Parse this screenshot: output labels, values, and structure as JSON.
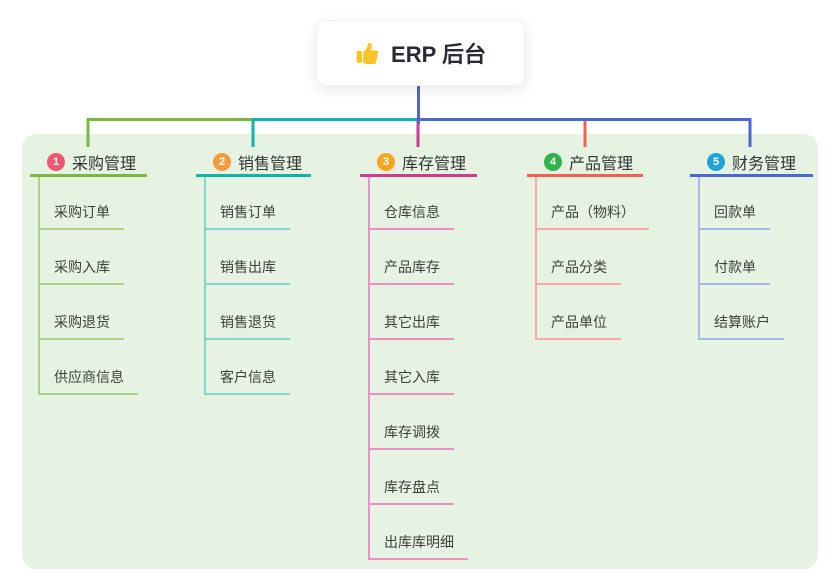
{
  "colors": {
    "page_bg": "#ffffff",
    "panel_bg": "#e6f3e2",
    "stem": "#5565c6",
    "thumb_icon": "#f6c425",
    "root_text": "#272b33",
    "node_text": "#3f3f3f"
  },
  "root": {
    "title": "ERP 后台",
    "icon": "thumbs-up-icon"
  },
  "branches": [
    {
      "index": "1",
      "label": "采购管理",
      "line_color": "#7bb83e",
      "child_line_color": "#a8d487",
      "badge_color": "#f0566e",
      "children": [
        "采购订单",
        "采购入库",
        "采购退货",
        "供应商信息"
      ]
    },
    {
      "index": "2",
      "label": "销售管理",
      "line_color": "#11b3ab",
      "child_line_color": "#84d5cf",
      "badge_color": "#f59b3d",
      "children": [
        "销售订单",
        "销售出库",
        "销售退货",
        "客户信息"
      ]
    },
    {
      "index": "3",
      "label": "库存管理",
      "line_color": "#cf3b90",
      "child_line_color": "#ee8fc5",
      "badge_color": "#f6a623",
      "children": [
        "仓库信息",
        "产品库存",
        "其它出库",
        "其它入库",
        "库存调拨",
        "库存盘点",
        "出库库明细"
      ]
    },
    {
      "index": "4",
      "label": "产品管理",
      "line_color": "#f95b55",
      "child_line_color": "#fba9a4",
      "badge_color": "#2fb34c",
      "children": [
        "产品（物料）",
        "产品分类",
        "产品单位"
      ]
    },
    {
      "index": "5",
      "label": "财务管理",
      "line_color": "#4a68d0",
      "child_line_color": "#a4b8ea",
      "badge_color": "#1ea3dc",
      "children": [
        "回款单",
        "付款单",
        "结算账户"
      ]
    }
  ]
}
